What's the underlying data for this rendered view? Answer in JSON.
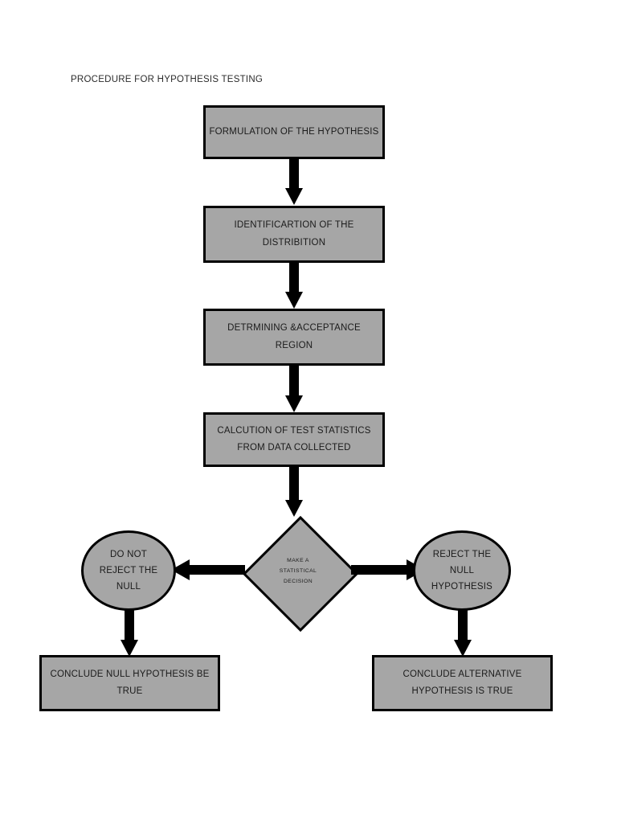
{
  "page": {
    "title": "PROCEDURE FOR HYPOTHESIS TESTING",
    "background_color": "#ffffff",
    "shape_fill_color": "#a6a6a6",
    "shape_border_color": "#000000",
    "text_color": "#1b1b1b",
    "arrow_color": "#000000"
  },
  "flowchart": {
    "type": "flowchart",
    "orientation": "top-to-bottom with symmetric branch",
    "nodes": [
      {
        "id": "formulation",
        "shape": "rectangle",
        "label": "FORMULATION OF THE HYPOTHESIS",
        "lines": [
          "FORMULATION OF THE HYPOTHESIS"
        ]
      },
      {
        "id": "identification",
        "shape": "rectangle",
        "label": "IDENTIFICARTION OF THE\nDISTRIBITION",
        "lines": [
          "IDENTIFICARTION OF THE",
          "DISTRIBITION"
        ]
      },
      {
        "id": "acceptance-region",
        "shape": "rectangle",
        "label": "DETRMINING &ACCEPTANCE\nREGION",
        "lines": [
          "DETRMINING &ACCEPTANCE",
          "REGION"
        ]
      },
      {
        "id": "calculation",
        "shape": "rectangle",
        "label": "CALCUTION OF TEST STATISTICS\nFROM DATA COLLECTED",
        "lines": [
          "CALCUTION OF TEST STATISTICS",
          "FROM DATA COLLECTED"
        ]
      },
      {
        "id": "decision",
        "shape": "diamond",
        "label": "MAKE A\nSTATISTICAL\nDECISION",
        "lines": [
          "MAKE A",
          "STATISTICAL",
          "DECISION"
        ]
      },
      {
        "id": "do-not-reject",
        "shape": "ellipse",
        "label": "DO NOT\nREJECT THE\nNULL",
        "lines": [
          "DO NOT",
          "REJECT THE",
          "NULL"
        ]
      },
      {
        "id": "reject",
        "shape": "ellipse",
        "label": "REJECT THE\nNULL\nHYPOTHESIS",
        "lines": [
          "REJECT THE",
          "NULL",
          "HYPOTHESIS"
        ]
      },
      {
        "id": "conclude-null",
        "shape": "rectangle",
        "label": "CONCLUDE NULL HYPOTHESIS BE\nTRUE",
        "lines": [
          "CONCLUDE NULL HYPOTHESIS BE",
          "TRUE"
        ]
      },
      {
        "id": "conclude-alternative",
        "shape": "rectangle",
        "label": "CONCLUDE ALTERNATIVE\nHYPOTHESIS IS TRUE",
        "lines": [
          "CONCLUDE ALTERNATIVE",
          "HYPOTHESIS IS TRUE"
        ]
      }
    ],
    "edges": [
      {
        "id": "e1",
        "from": "formulation",
        "to": "identification",
        "direction": "down",
        "label": ""
      },
      {
        "id": "e2",
        "from": "identification",
        "to": "acceptance-region",
        "direction": "down",
        "label": ""
      },
      {
        "id": "e3",
        "from": "acceptance-region",
        "to": "calculation",
        "direction": "down",
        "label": ""
      },
      {
        "id": "e4",
        "from": "calculation",
        "to": "decision",
        "direction": "down",
        "label": ""
      },
      {
        "id": "e5",
        "from": "decision",
        "to": "do-not-reject",
        "direction": "left",
        "label": ""
      },
      {
        "id": "e6",
        "from": "decision",
        "to": "reject",
        "direction": "right",
        "label": ""
      },
      {
        "id": "e7",
        "from": "do-not-reject",
        "to": "conclude-null",
        "direction": "down",
        "label": ""
      },
      {
        "id": "e8",
        "from": "reject",
        "to": "conclude-alternative",
        "direction": "down",
        "label": ""
      }
    ]
  }
}
